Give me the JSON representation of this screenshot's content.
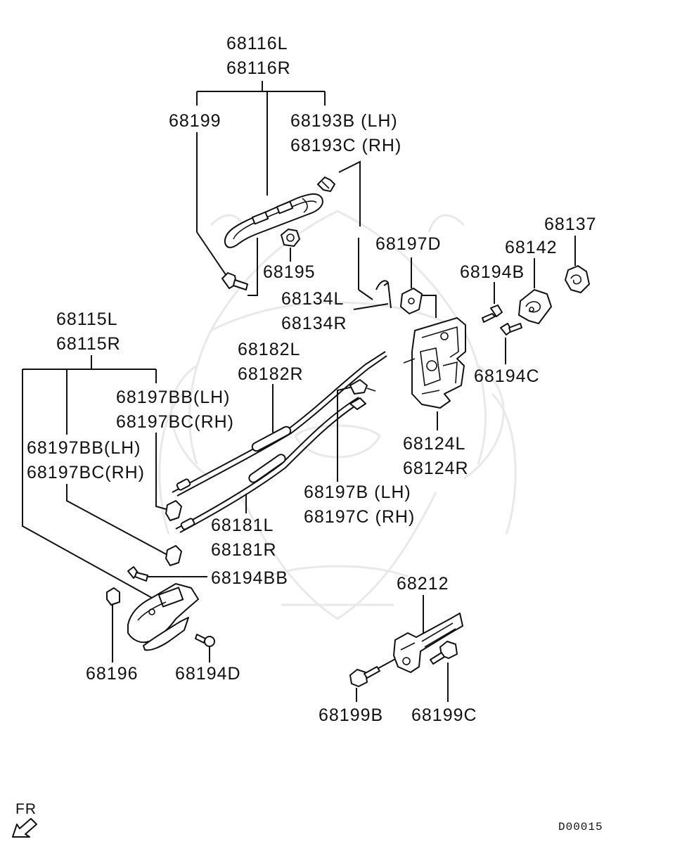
{
  "diagram": {
    "watermark_icon": "samurai-helmet-watermark",
    "labels": {
      "p68116L": "68116L",
      "p68116R": "68116R",
      "p68199": "68199",
      "p68193B": "68193B (LH)",
      "p68193C": "68193C (RH)",
      "p68195": "68195",
      "p68197D": "68197D",
      "p68137": "68137",
      "p68142": "68142",
      "p68194B": "68194B",
      "p68134L": "68134L",
      "p68134R": "68134R",
      "p68115L": "68115L",
      "p68115R": "68115R",
      "p68182L": "68182L",
      "p68182R": "68182R",
      "p68194C": "68194C",
      "p68197BB_1": "68197BB(LH)",
      "p68197BC_1": "68197BC(RH)",
      "p68197BB_2": "68197BB(LH)",
      "p68197BC_2": "68197BC(RH)",
      "p68124L": "68124L",
      "p68124R": "68124R",
      "p68197B": "68197B (LH)",
      "p68197C": "68197C (RH)",
      "p68181L": "68181L",
      "p68181R": "68181R",
      "p68194BB": "68194BB",
      "p68212": "68212",
      "p68196": "68196",
      "p68194D": "68194D",
      "p68199B": "68199B",
      "p68199C": "68199C"
    },
    "orientation": {
      "label": "FR",
      "icon": "front-direction-arrow-icon"
    },
    "drawing_code": "D00015"
  }
}
